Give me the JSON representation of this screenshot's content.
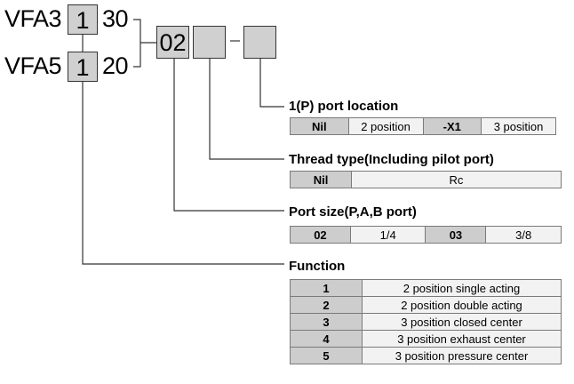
{
  "model_rows": [
    {
      "series": "VFA3",
      "digit": "1",
      "size": "30"
    },
    {
      "series": "VFA5",
      "digit": "1",
      "size": "20"
    }
  ],
  "code_box": "02",
  "dash": "–",
  "sections": {
    "port_location": {
      "title": "1(P) port location",
      "row": [
        "Nil",
        "2 position",
        "-X1",
        "3 position"
      ]
    },
    "thread_type": {
      "title": "Thread type(Including pilot port)",
      "row": [
        "Nil",
        "Rc"
      ]
    },
    "port_size": {
      "title": "Port size(P,A,B port)",
      "row": [
        "02",
        "1/4",
        "03",
        "3/8"
      ]
    },
    "function": {
      "title": "Function",
      "rows": [
        {
          "code": "1",
          "desc": "2 position single acting"
        },
        {
          "code": "2",
          "desc": "2 position double acting"
        },
        {
          "code": "3",
          "desc": "3 position closed center"
        },
        {
          "code": "4",
          "desc": "3 position exhaust center"
        },
        {
          "code": "5",
          "desc": "3 position pressure center"
        }
      ]
    }
  },
  "colors": {
    "key_cell": "#cdcdcd",
    "value_cell": "#f2f2f2",
    "box_fill": "#d0d0d0"
  }
}
